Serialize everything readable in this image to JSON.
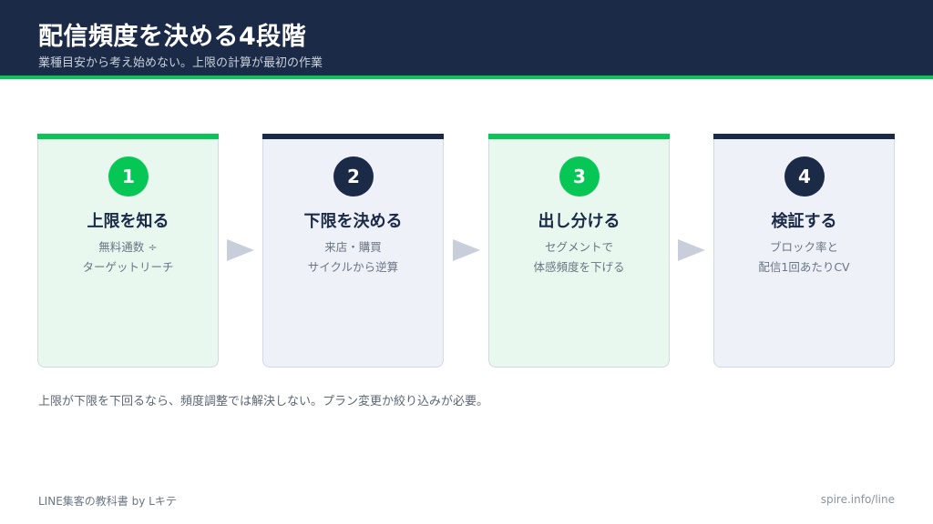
{
  "header": {
    "title": "配信頻度を決める4段階",
    "subtitle": "業種目安から考え始めない。上限の計算が最初の作業"
  },
  "steps": [
    {
      "number": "1",
      "title": "上限を知る",
      "desc": [
        "無料通数 ÷",
        "ターゲットリーチ"
      ]
    },
    {
      "number": "2",
      "title": "下限を決める",
      "desc": [
        "来店・購買",
        "サイクルから逆算"
      ]
    },
    {
      "number": "3",
      "title": "出し分ける",
      "desc": [
        "セグメントで",
        "体感頻度を下げる"
      ]
    },
    {
      "number": "4",
      "title": "検証する",
      "desc": [
        "ブロック率と",
        "配信1回あたりCV"
      ]
    }
  ],
  "note": "上限が下限を下回るなら、頻度調整では解決しない。プラン変更か絞り込みが必要。",
  "footer": {
    "brand": "LINE集客の教科書 by Lキテ",
    "url": "spire.info/line"
  },
  "colors": {
    "navy": "#1b2a47",
    "green": "#06c755",
    "green_card": "#e8f8ee",
    "navy_card": "#eef1f7"
  }
}
